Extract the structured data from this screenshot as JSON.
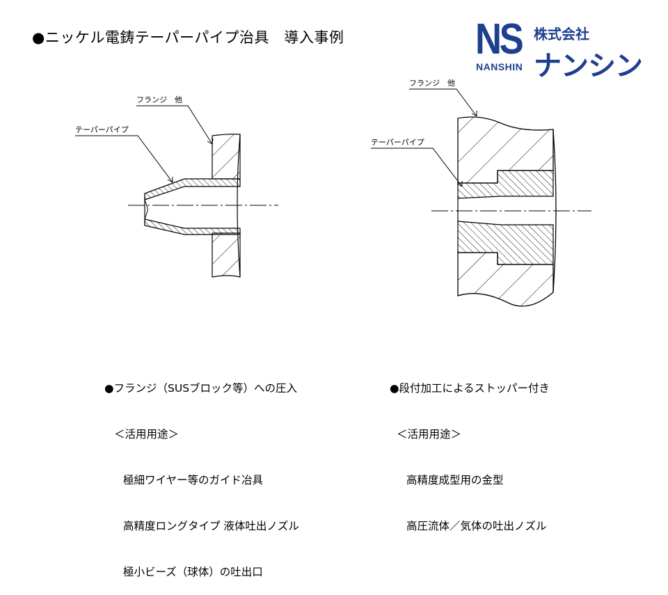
{
  "header": {
    "title": "●ニッケル電鋳テーパーパイプ治具　導入事例"
  },
  "logo": {
    "mark": "NS",
    "romaji": "NANSHIN",
    "company_type": "株式会社",
    "company_name": "ナンシン",
    "brand_color": "#1d3f8f"
  },
  "left_diagram": {
    "label_flange": "フランジ　他",
    "label_pipe": "テーパーパイプ"
  },
  "right_diagram": {
    "label_flange": "フランジ　他",
    "label_pipe": "テーパーパイプ"
  },
  "left_caption": {
    "heading": "●フランジ（SUSブロック等）への圧入",
    "use_heading": "＜活用用途＞",
    "items": [
      "極細ワイヤー等のガイド冶具",
      "高精度ロングタイプ 液体吐出ノズル",
      "極小ビーズ（球体）の吐出口"
    ]
  },
  "right_caption": {
    "heading": "●段付加工によるストッパー付き",
    "use_heading": "＜活用用途＞",
    "items": [
      "高精度成型用の金型",
      "高圧流体／気体の吐出ノズル"
    ]
  }
}
